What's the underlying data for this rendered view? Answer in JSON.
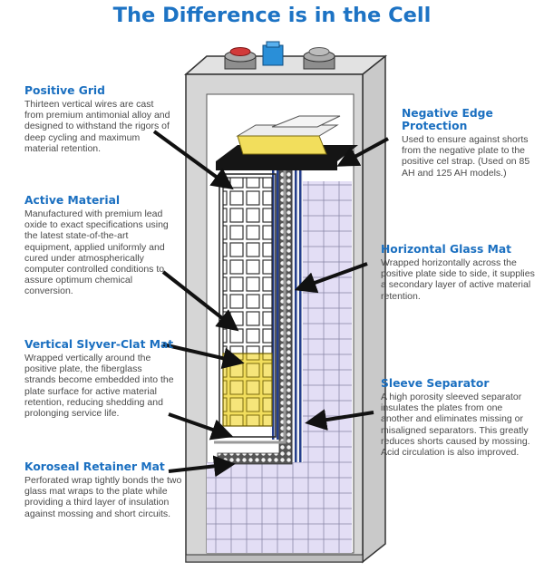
{
  "title": "The Difference is in the Cell",
  "labels": {
    "positive_grid": {
      "heading": "Positive Grid",
      "text": "Thirteen vertical wires are cast from premium antimonial alloy and designed to withstand the rigors of deep cycling and maximum material retention."
    },
    "active_material": {
      "heading": "Active Material",
      "text": "Manufactured with premium lead oxide to exact specifications using the latest state-of-the-art equipment, applied uniformly and cured under atmospherically computer controlled conditions to assure optimum chemical conversion."
    },
    "vertical_slyver": {
      "heading": "Vertical Slyver-Clat Mat",
      "text": "Wrapped vertically around the positive plate, the fiberglass strands become embedded into the plate surface for active material retention, reducing shedding and prolonging service life."
    },
    "koroseal": {
      "heading": "Koroseal Retainer Mat",
      "text": "Perforated wrap tightly bonds the two glass mat wraps to the plate while providing a third layer of insulation against mossing and short circuits."
    },
    "negative_edge": {
      "heading": "Negative Edge Protection",
      "text": "Used to ensure against shorts from the negative plate to the positive cel strap. (Used on 85 AH and 125 AH models.)"
    },
    "horizontal_glass": {
      "heading": "Horizontal Glass Mat",
      "text": "Wrapped horizontally across the positive plate side to side, it supplies a secondary layer of active material retention."
    },
    "sleeve_separator": {
      "heading": "Sleeve Separator",
      "text": "A high porosity sleeved separator insulates the plates from one another and eliminates missing or misaligned separators. This greatly reduces shorts caused by mossing. Acid circulation is also improved."
    }
  },
  "colors": {
    "title": "#1d73c4",
    "heading": "#1a6fc0",
    "body_text": "#4a4a4a",
    "positive_terminal": "#d23a3a",
    "center_post": "#2a8fd8",
    "negative_terminal": "#bdbdbd",
    "yellow_mat": "#f2de5c",
    "negative_plate": "#e3def5"
  }
}
